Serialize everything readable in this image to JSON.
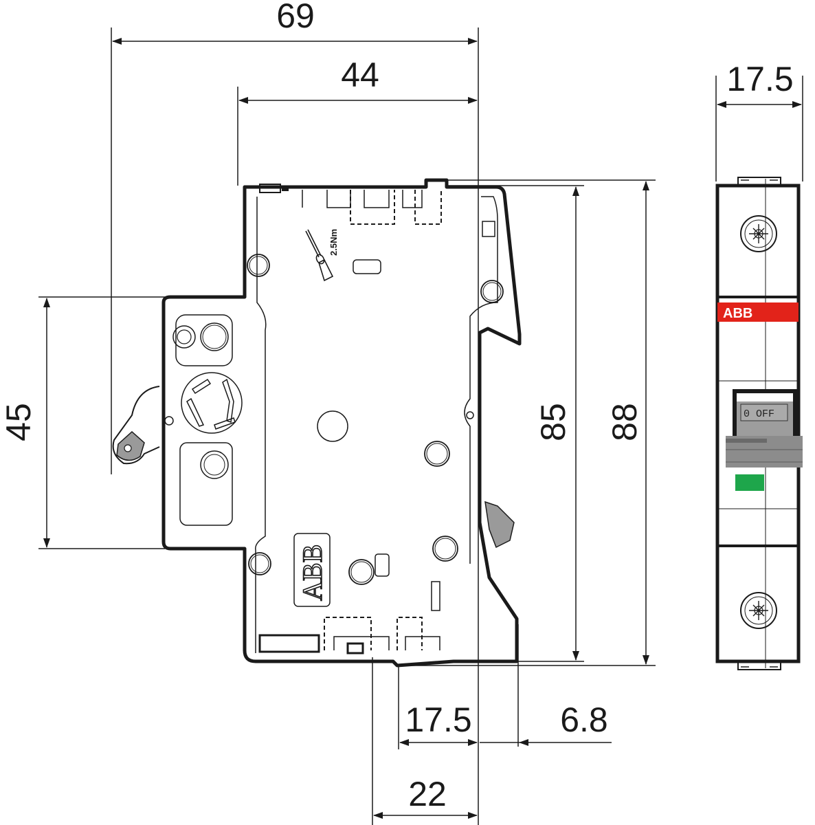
{
  "figure": {
    "type": "technical dimension drawing",
    "subject": "ABB single-pole miniature circuit breaker",
    "views": [
      "side-view",
      "front-view"
    ],
    "units": "mm"
  },
  "dimensions": {
    "overall_depth": "69",
    "front_depth": "44",
    "front_width": "17.5",
    "mounting_height": "45",
    "body_height": "85",
    "overall_height": "88",
    "bottom_offset": "17.5",
    "rail_offset": "6.8",
    "rail_depth": "22"
  },
  "labels": {
    "torque": "2.5Nm",
    "brand_side": "ABB",
    "brand_front": "ABB",
    "handle_state": "0 OFF"
  },
  "colors": {
    "line": "#1a1a1a",
    "brand_band": "#e2231a",
    "handle": "#8c8c8c",
    "indicator_off": "#1ea64b"
  }
}
